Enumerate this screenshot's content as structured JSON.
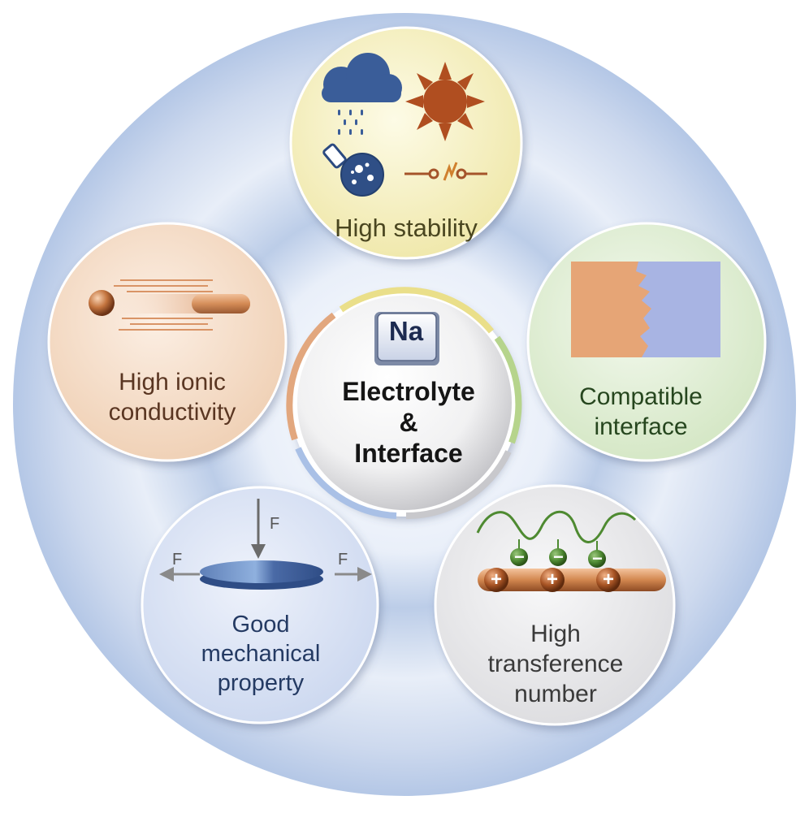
{
  "center": {
    "element_symbol": "Na",
    "title_lines": [
      "Electrolyte",
      "&",
      "Interface"
    ]
  },
  "properties": [
    {
      "id": "stability",
      "lines": [
        "High stability"
      ],
      "color": "#f7f2c0"
    },
    {
      "id": "ionic",
      "lines": [
        "High ionic",
        "conductivity"
      ],
      "color": "#f6dcc4"
    },
    {
      "id": "interface",
      "lines": [
        "Compatible",
        "interface"
      ],
      "color": "#e0eed4"
    },
    {
      "id": "mechanical",
      "lines": [
        "Good",
        "mechanical",
        "property"
      ],
      "color": "#d6e0f3"
    },
    {
      "id": "transference",
      "lines": [
        "High",
        "transference",
        "number"
      ],
      "color": "#e8e8ea"
    }
  ],
  "force_labels": {
    "top": "F",
    "left": "F",
    "right": "F"
  },
  "charges": {
    "negative": "−",
    "positive": "+"
  },
  "colors": {
    "outer_disc": "#b9cce9",
    "accent_orange": "#c06a3a",
    "accent_blue": "#2f4f86",
    "ring_yellow": "#eadf8a",
    "ring_green": "#b6d48c",
    "ring_gray": "#c8c8cc",
    "ring_blue": "#a9c0e6",
    "ring_orange": "#e2a77e"
  }
}
